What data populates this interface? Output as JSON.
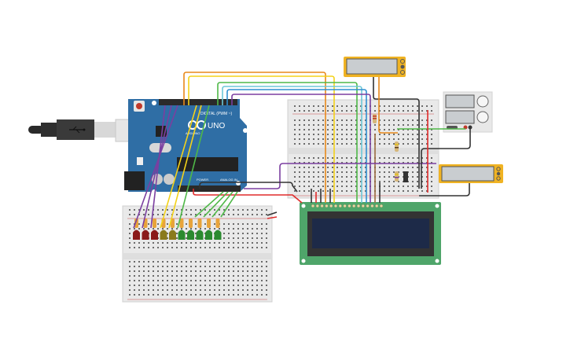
{
  "canvas": {
    "background": "#ffffff"
  },
  "arduino": {
    "model_label": "UNO",
    "brand_label": "ARDUINO",
    "digital_label": "DIGITAL (PWM ~)",
    "power_label": "POWER",
    "analog_label": "ANALOG IN",
    "board_color": "#2f6ea5"
  },
  "usb_cable": {
    "icon": "usb-icon"
  },
  "lcd": {
    "type": "16x2 LCD",
    "pcb_color": "#4fa56a",
    "screen_color": "#1d2a48",
    "pin_count": 16
  },
  "multimeters": [
    {
      "id": "multimeter-top",
      "body_color": "#f0b323"
    },
    {
      "id": "multimeter-right",
      "body_color": "#f0b323"
    }
  ],
  "power_supply": {
    "displays": 2,
    "knobs": 2
  },
  "leds": [
    {
      "color": "red"
    },
    {
      "color": "red"
    },
    {
      "color": "red"
    },
    {
      "color": "yellow"
    },
    {
      "color": "yellow"
    },
    {
      "color": "green"
    },
    {
      "color": "green"
    },
    {
      "color": "green"
    },
    {
      "color": "green"
    },
    {
      "color": "green"
    }
  ],
  "led_colors": {
    "red": "#8b1a1a",
    "yellow": "#8a7a1c",
    "green": "#2b8a2f"
  },
  "wire_colors": {
    "orange": "#e8891a",
    "yellow": "#f3d21a",
    "green": "#4fb848",
    "cyan": "#6cc7d8",
    "blue": "#2e8fd1",
    "purple": "#7b3fa0",
    "black": "#333333",
    "red": "#e02b2b",
    "brown": "#9b6b3f"
  }
}
